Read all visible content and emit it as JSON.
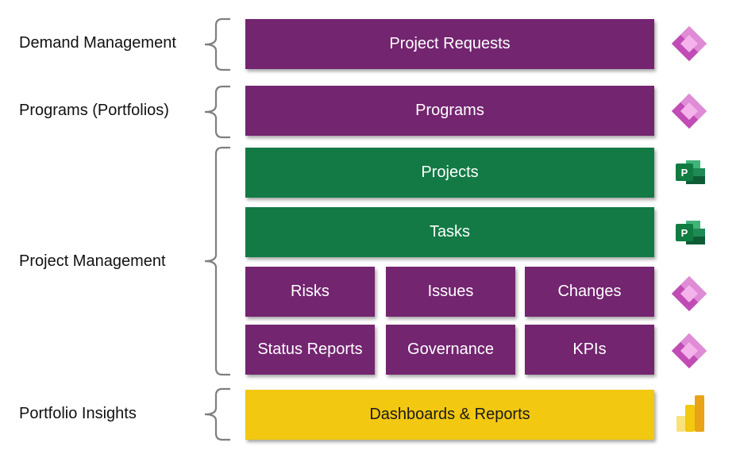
{
  "colors": {
    "purple": "#732570",
    "green": "#137A45",
    "yellow": "#F2C811",
    "brace": "#7f7f7f"
  },
  "sections": [
    {
      "label": "Demand Management"
    },
    {
      "label": "Programs (Portfolios)"
    },
    {
      "label": "Project Management"
    },
    {
      "label": "Portfolio Insights"
    }
  ],
  "boxes": {
    "project_requests": "Project Requests",
    "programs": "Programs",
    "projects": "Projects",
    "tasks": "Tasks",
    "risks": "Risks",
    "issues": "Issues",
    "changes": "Changes",
    "status_reports": "Status Reports",
    "governance": "Governance",
    "kpis": "KPIs",
    "dashboards_reports": "Dashboards & Reports"
  },
  "icons": {
    "power_apps": "power-apps-icon",
    "project": "microsoft-project-icon",
    "project_letter": "P",
    "power_bi": "power-bi-icon"
  }
}
